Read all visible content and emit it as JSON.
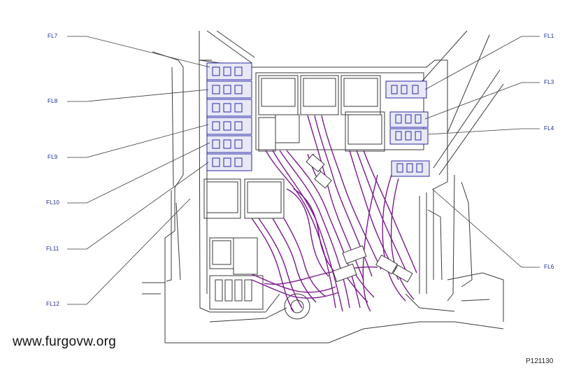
{
  "labels": {
    "fl7": "FL7",
    "fl8": "FL8",
    "fl9": "FL9",
    "fl10": "FL10",
    "fl11": "FL11",
    "fl12": "FL12",
    "fl1": "FL1",
    "fl3": "FL3",
    "fl4": "FL4",
    "fl6": "FL6"
  },
  "watermark": "www.furgovw.org",
  "reference_code": "P121130",
  "colors": {
    "line": "#3a3a3a",
    "fuse_outline": "#2a2aa8",
    "wiring": "#7a1a8c",
    "label": "#1a2a9a"
  }
}
